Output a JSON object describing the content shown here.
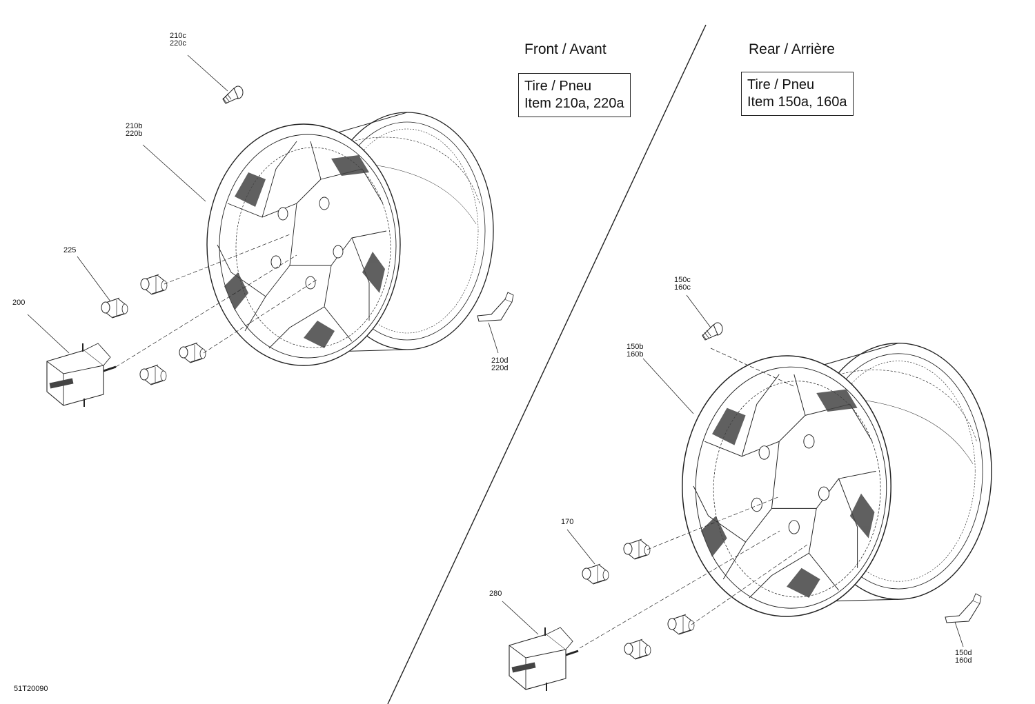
{
  "figure_id": "51T20090",
  "front": {
    "title": "Front / Avant",
    "tire_line1": "Tire / Pneu",
    "tire_line2": "Item 210a, 220a"
  },
  "rear": {
    "title": "Rear / Arrière",
    "tire_line1": "Tire / Pneu",
    "tire_line2": "Item 150a, 160a"
  },
  "callouts": {
    "c210c": "210c",
    "c220c": "220c",
    "c210b": "210b",
    "c220b": "220b",
    "c225": "225",
    "c200": "200",
    "c210d": "210d",
    "c220d": "220d",
    "c150c": "150c",
    "c160c": "160c",
    "c150b": "150b",
    "c160b": "160b",
    "c170": "170",
    "c280": "280",
    "c150d": "150d",
    "c160d": "160d"
  },
  "colors": {
    "line": "#222222",
    "fill": "#ffffff",
    "dark_fill": "#444444"
  }
}
